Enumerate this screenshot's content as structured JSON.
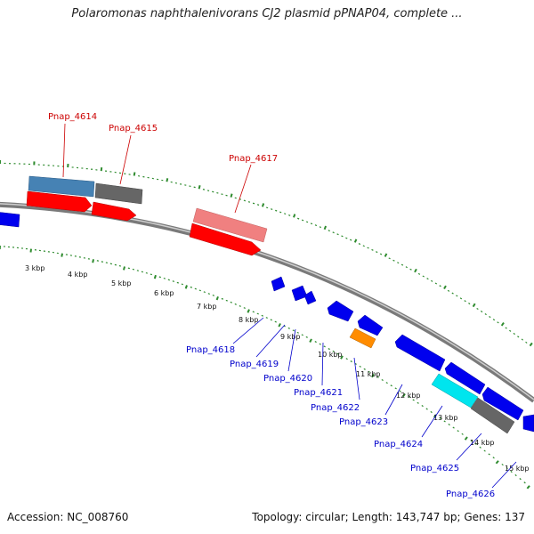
{
  "title": "Polaromonas naphthalenivorans CJ2 plasmid pPNAP04, complete ...",
  "footer": {
    "accession": "Accession: NC_008760",
    "topology": "Topology: circular; Length: 143,747 bp; Genes: 137"
  },
  "colors": {
    "backbone": "#8a8a8a",
    "tick": "#2e8b2e",
    "forward_label": "#cc0000",
    "reverse_label": "#0000cc",
    "red": "#ff0000",
    "blue": "#0000ee",
    "steel": "#4682b4",
    "gray": "#666666",
    "pink": "#f08080",
    "orange": "#ff8c00",
    "cyan": "#00e5ee"
  },
  "ruler_labels": [
    "3 kbp",
    "4 kbp",
    "5 kbp",
    "6 kbp",
    "7 kbp",
    "8 kbp",
    "9 kbp",
    "10 kbp",
    "11 kbp",
    "12 kbp",
    "13 kbp",
    "14 kbp",
    "15 kbp"
  ],
  "forward_labels": [
    "Pnap_4614",
    "Pnap_4615",
    "Pnap_4617"
  ],
  "reverse_labels": [
    "Pnap_4618",
    "Pnap_4619",
    "Pnap_4620",
    "Pnap_4621",
    "Pnap_4622",
    "Pnap_4623",
    "Pnap_4624",
    "Pnap_4625",
    "Pnap_4626"
  ]
}
